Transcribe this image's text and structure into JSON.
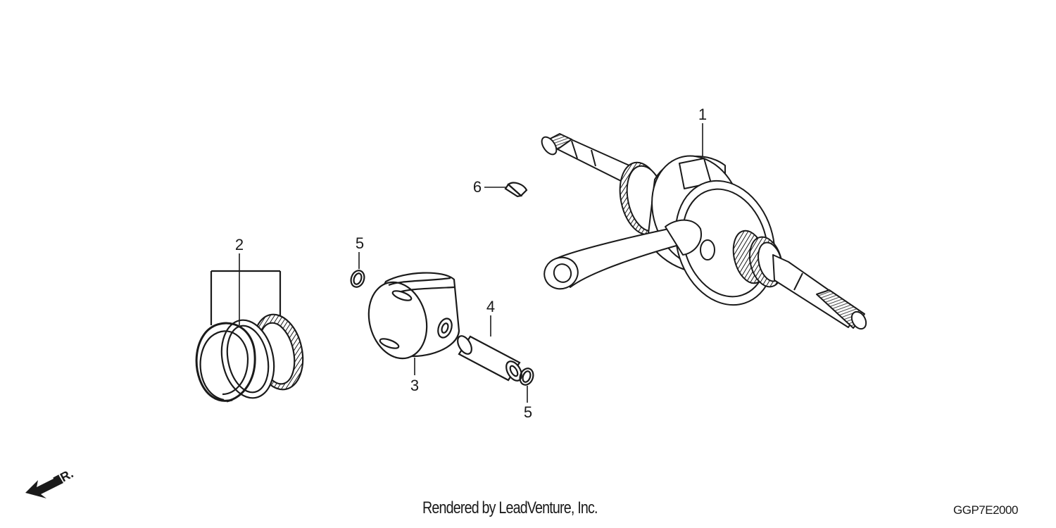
{
  "callouts": {
    "c1": "1",
    "c2": "2",
    "c3": "3",
    "c4": "4",
    "c5a": "5",
    "c5b": "5",
    "c6": "6"
  },
  "direction_arrow": {
    "label": "FR."
  },
  "footer": {
    "credit": "Rendered by LeadVenture, Inc.",
    "diagram_code": "GGP7E2000"
  },
  "colors": {
    "line": "#1a1a1a",
    "background": "#ffffff"
  }
}
